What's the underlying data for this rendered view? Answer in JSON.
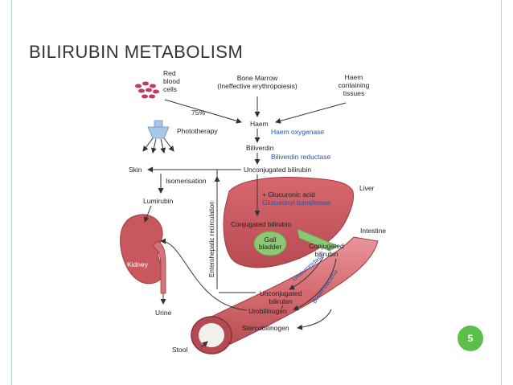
{
  "slide": {
    "title": "BILIRUBIN METABOLISM",
    "page_number": "5"
  },
  "diagram": {
    "labels": {
      "red_blood_cells": [
        "Red",
        "blood",
        "cells"
      ],
      "bone_marrow": [
        "Bone Marrow",
        "(Ineffective erythropoiesis)"
      ],
      "haem_tissues": [
        "Haem",
        "containing",
        "tissues"
      ],
      "percent": "75%",
      "haem": "Haem",
      "haem_oxygenase": "Haem oxygenase",
      "phototherapy": "Phototherapy",
      "biliverdin": "Biliverdin",
      "biliverdin_reductase": "Biliverdin reductase",
      "skin": "Skin",
      "unconjugated_bilirubin": "Unconjugated bilirubin",
      "isomerisation": "Isomerisation",
      "lumirubin": "Lumirubin",
      "glucuronic_acid": "+ Glucuronic acid",
      "glucuronyl_transferase": "Glucuronyl transferase",
      "liver": "Liver",
      "enterohepatic": "Enterohepatic recirculation",
      "conjugated_bilirubin_liver": "Conjugated bilirubin",
      "gall_bladder": [
        "Gall",
        "bladder"
      ],
      "intestine": "Intestine",
      "conjugated_bilirubin_gut": [
        "Conjugated",
        "bilirubin"
      ],
      "kidney": "Kidney",
      "glucuronidase": "Glucuronidase",
      "bowel_bacteria": "Bowel bacteria",
      "unconjugated_bilirubin_gut": [
        "Unconjugated",
        "bilirubin"
      ],
      "urine": "Urine",
      "urobilinogen": "Urobilinogen",
      "stercobilinogen": "Stercobilinogen",
      "stool": "Stool"
    },
    "colors": {
      "enzyme_text": "#2255aa",
      "organ_red": "#c8585e",
      "organ_dark": "#9c3a40",
      "gall_green": "#8cc873",
      "arrow": "#333333"
    }
  }
}
